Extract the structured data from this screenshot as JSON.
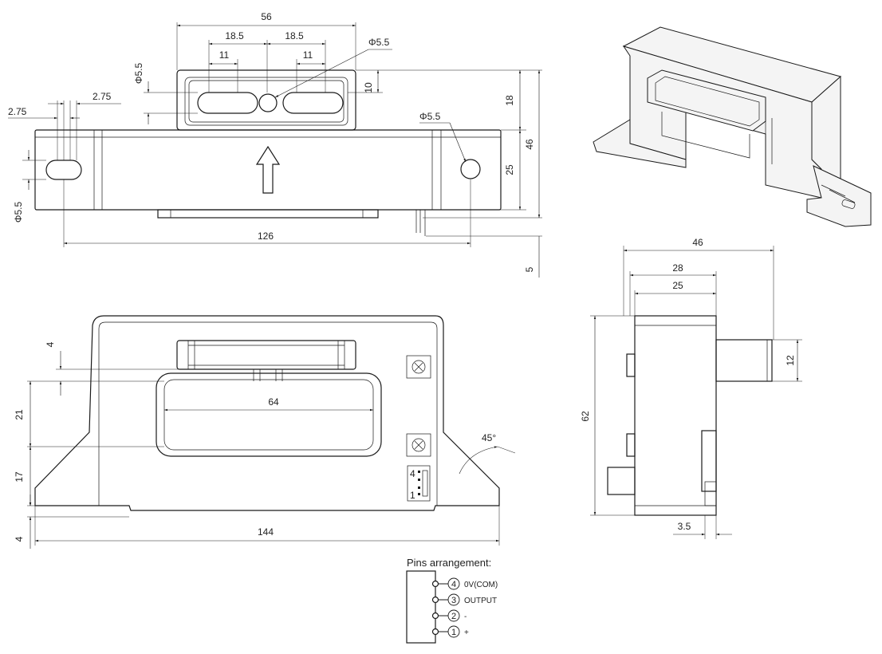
{
  "dimensions": {
    "top_width": "56",
    "top_half_left": "18.5",
    "top_half_right": "18.5",
    "slot_left": "11",
    "slot_right": "11",
    "phi_center": "Φ5.5",
    "phi_left": "Φ5.5",
    "phi_right": "Φ5.5",
    "phi_bottom": "Φ5.5",
    "gap_left": "2.75",
    "gap_right": "2.75",
    "height_10": "10",
    "height_18": "18",
    "height_46": "46",
    "height_25": "25",
    "depth_5": "5",
    "width_126": "126",
    "front_4": "4",
    "front_21": "21",
    "front_17": "17",
    "front_4_bottom": "4",
    "front_64": "64",
    "angle": "45°",
    "width_144": "144",
    "side_46": "46",
    "side_28": "28",
    "side_25": "25",
    "side_12": "12",
    "side_62": "62",
    "side_3_5": "3.5"
  },
  "connector": {
    "top_pin": "4",
    "bottom_pin": "1"
  },
  "pins": {
    "title": "Pins arrangement:",
    "items": [
      {
        "num": "4",
        "label": "0V(COM)"
      },
      {
        "num": "3",
        "label": "OUTPUT"
      },
      {
        "num": "2",
        "label": "-"
      },
      {
        "num": "1",
        "label": "+"
      }
    ]
  }
}
